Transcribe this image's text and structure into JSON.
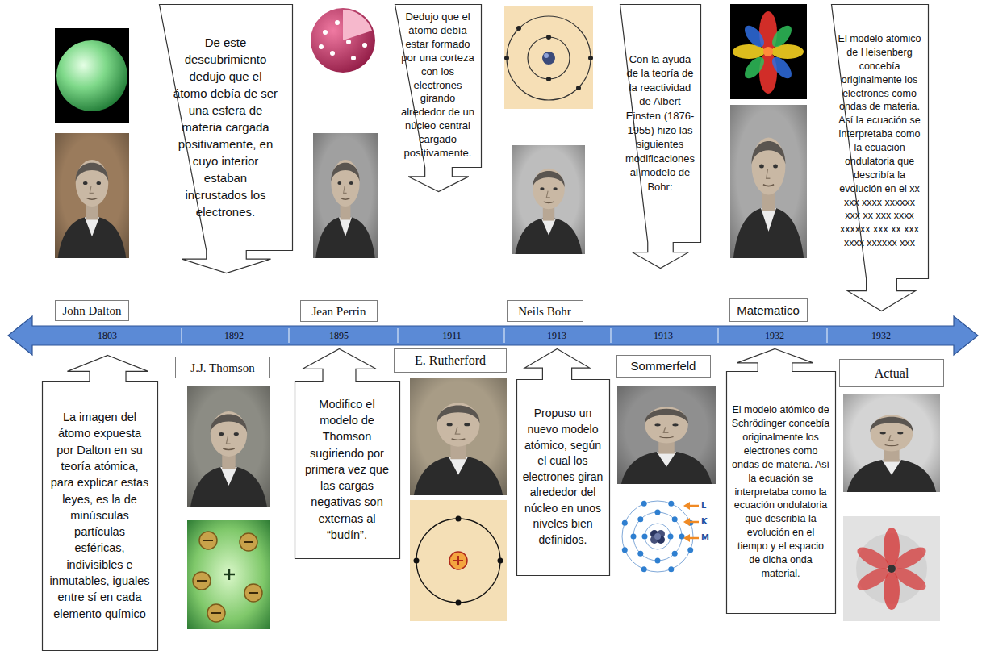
{
  "diagram": {
    "nodes": [
      {
        "text": [
          "1803",
          "1892",
          "1895",
          "1911",
          "1913",
          "1913",
          "1932",
          "1932"
        ]
      },
      {
        "text": [
          "John Dalton"
        ]
      },
      {
        "text": [
          "La imagen del átomo expuesta por Dalton en su teoría atómica, para explicar estas leyes, es la de minúsculas partículas esféricas, indivisibles e inmutables, iguales entre sí en cada elemento químico"
        ]
      },
      {
        "text": [
          "J.J. Thomson"
        ]
      },
      {
        "text": [
          "De este descubrimiento dedujo que el átomo debía de ser una esfera de materia cargada positivamente, en cuyo interior estaban incrustados los electrones."
        ]
      },
      {
        "text": [
          "Jean Perrin"
        ]
      },
      {
        "text": [
          "Modifico el modelo de Thomson sugiriendo por primera vez que las cargas negativas son externas al “budín”."
        ]
      },
      {
        "text": [
          "E. Rutherford"
        ]
      },
      {
        "text": [
          "Dedujo que el átomo debía estar formado por una corteza con los electrones girando alrededor de un núcleo central cargado positivamente."
        ]
      },
      {
        "text": [
          "Neils Bohr"
        ]
      },
      {
        "text": [
          "Propuso un nuevo modelo atómico, según el cual los electrones giran alrededor del núcleo en unos niveles bien definidos."
        ]
      },
      {
        "text": [
          "Sommerfeld"
        ]
      },
      {
        "text": [
          "Con la ayuda de la teoría de la reactividad de Albert Einsten (1876-1955) hizo las siguientes modificaciones al modelo de Bohr:"
        ]
      },
      {
        "text": [
          "Matematico"
        ]
      },
      {
        "text": [
          "El modelo atómico de Schrödinger concebía originalmente los electrones como ondas de materia. Así la ecuación se interpretaba como la ecuación ondulatoria que describía la evolución en el tiempo y el espacio de dicha onda material."
        ]
      },
      {
        "text": [
          "Actual"
        ]
      },
      {
        "text": [
          "El modelo atómico de Heisenberg concebía originalmente los electrones como ondas de materia. Así la ecuación se interpretaba como la ecuación ondulatoria que describía la evolución en el xx xxx xxxx xxxxxx xxx xx xxx xxxx xxxxxx xxx xx xxx xxxx xxxxxx xxx"
        ]
      }
    ],
    "labels": [
      "L",
      "K",
      "M"
    ]
  }
}
